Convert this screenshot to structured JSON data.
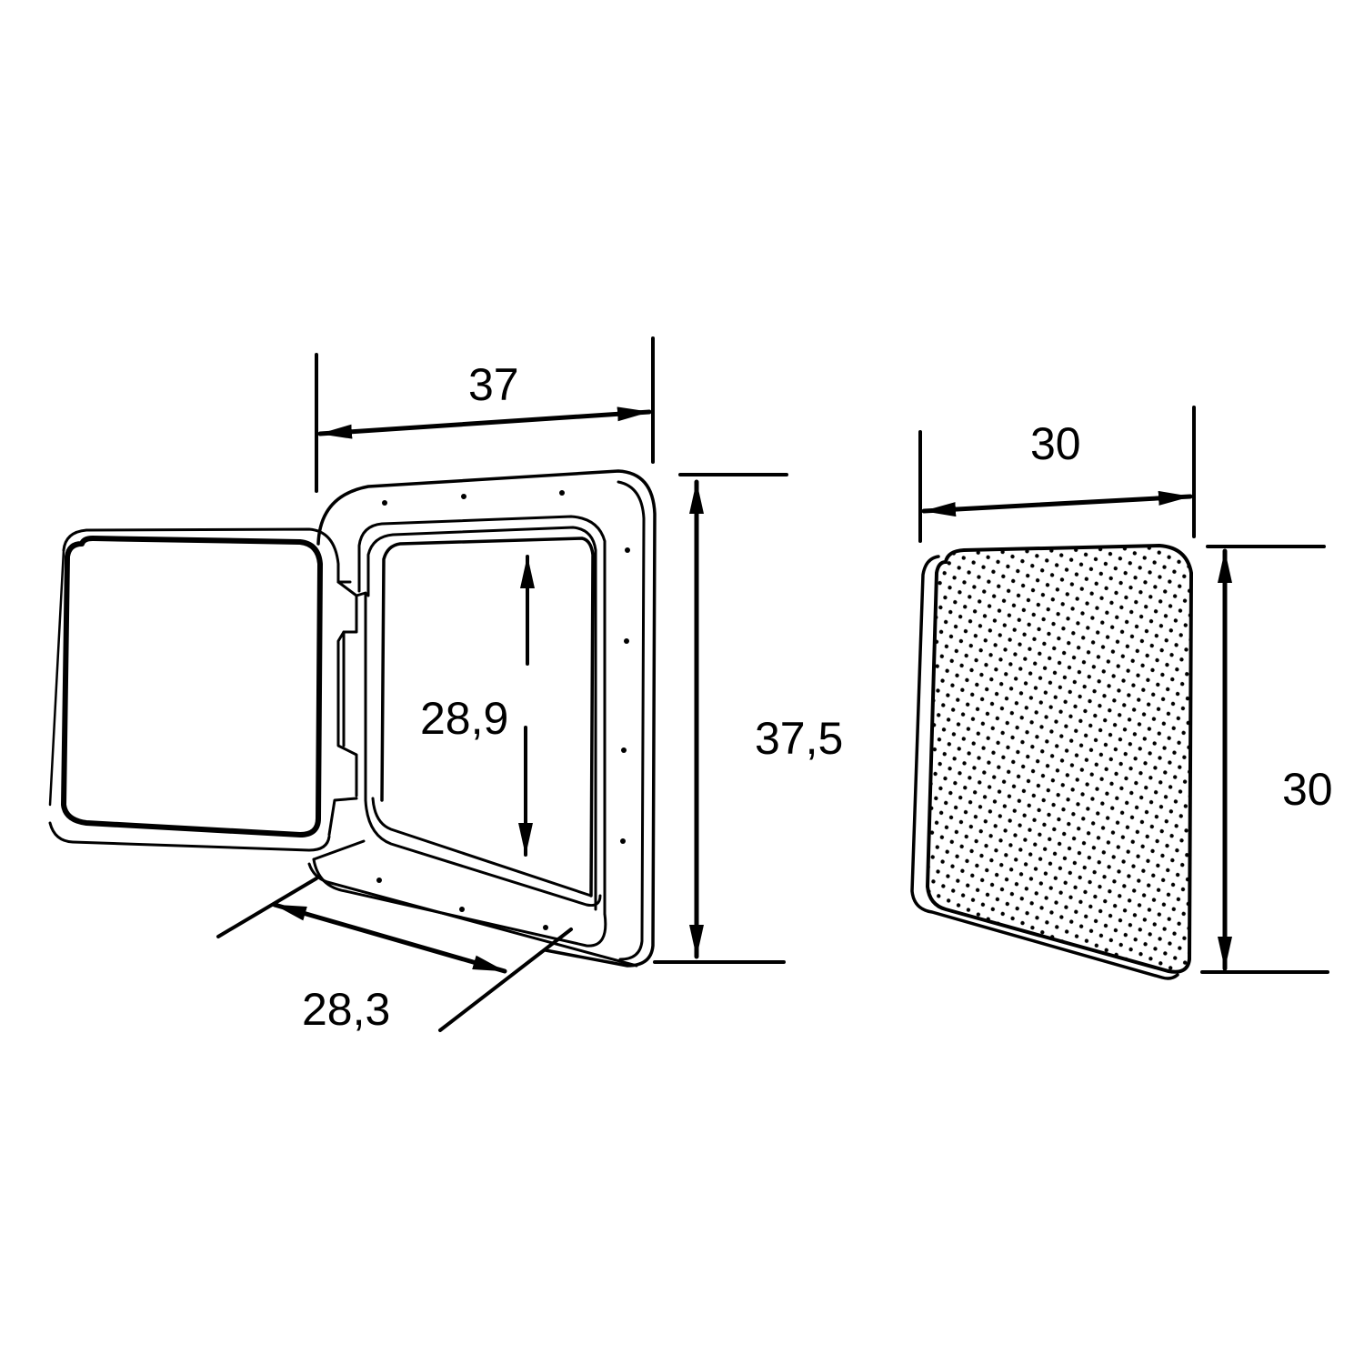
{
  "diagram": {
    "subject": "Hinged inspection hatch with frame and separate dotted cover panel",
    "ink_color": "#000000",
    "background_color": "#ffffff",
    "left_view": {
      "name": "Hatch with open door",
      "dimensions": {
        "overall_width": "37",
        "overall_height": "37,5",
        "opening_height": "28,9",
        "opening_width": "28,3"
      }
    },
    "right_view": {
      "name": "Cover panel (dotted surface)",
      "dimensions": {
        "width": "30",
        "height": "30"
      }
    }
  }
}
